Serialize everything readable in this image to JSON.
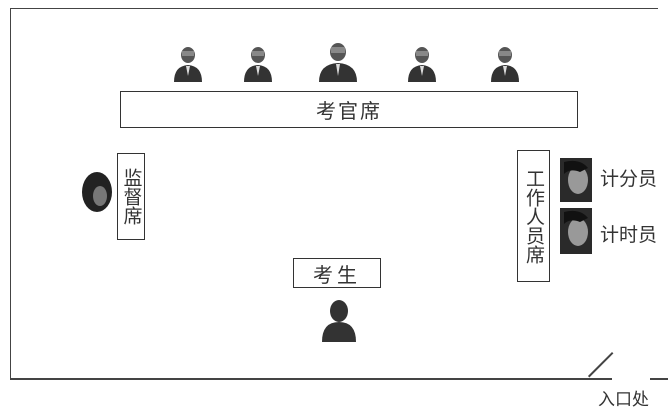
{
  "layout": {
    "examiner_panel_label": "考官席",
    "supervisor_label": "监督席",
    "staff_label": "工作人员席",
    "candidate_label": "考生",
    "scorer_label": "计分员",
    "timer_label": "计时员",
    "entrance_label": "入口处"
  },
  "figures": {
    "examiners": [
      "examiner-icon",
      "examiner-icon",
      "examiner-chair-icon",
      "examiner-icon",
      "examiner-icon"
    ],
    "supervisor": "supervisor-photo",
    "scorer": "scorer-photo",
    "timer": "timer-photo",
    "candidate": "candidate-silhouette"
  }
}
